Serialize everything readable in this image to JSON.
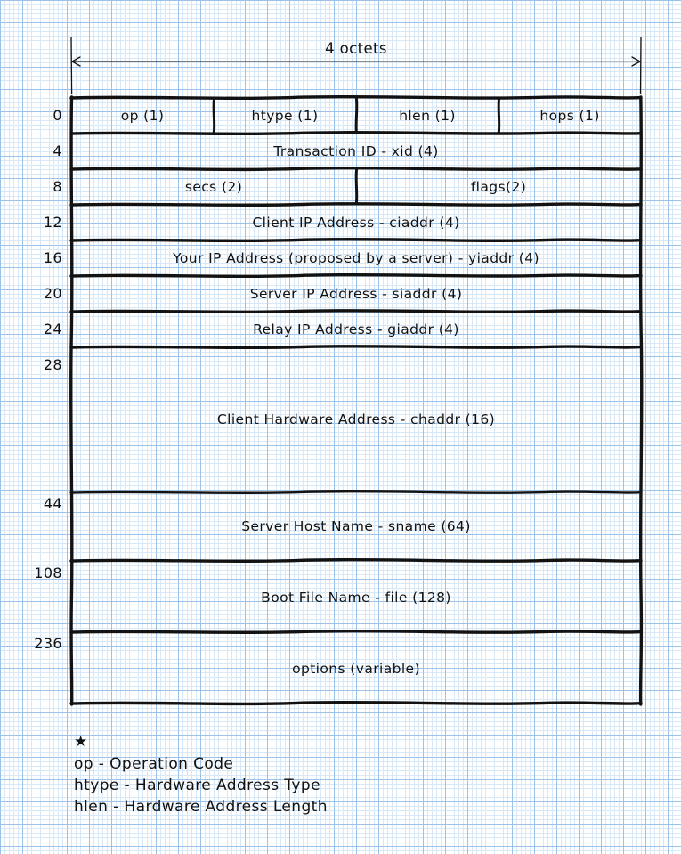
{
  "diagram": {
    "title_note": "DHCP message format diagram",
    "dimension": {
      "label": "4 octets",
      "arrow": "double-headed-horizontal-arrow"
    },
    "offsets": [
      "0",
      "4",
      "8",
      "12",
      "16",
      "20",
      "24",
      "28",
      "44",
      "108",
      "236"
    ],
    "rows": [
      {
        "offset": "0",
        "cells": [
          {
            "label": "op (1)"
          },
          {
            "label": "htype (1)"
          },
          {
            "label": "hlen (1)"
          },
          {
            "label": "hops (1)"
          }
        ]
      },
      {
        "offset": "4",
        "cells": [
          {
            "label": "Transaction ID - xid (4)"
          }
        ]
      },
      {
        "offset": "8",
        "cells": [
          {
            "label": "secs (2)"
          },
          {
            "label": "flags(2)"
          }
        ]
      },
      {
        "offset": "12",
        "cells": [
          {
            "label": "Client IP Address - ciaddr (4)"
          }
        ]
      },
      {
        "offset": "16",
        "cells": [
          {
            "label": "Your IP Address (proposed by a server) - yiaddr (4)"
          }
        ]
      },
      {
        "offset": "20",
        "cells": [
          {
            "label": "Server IP Address - siaddr (4)"
          }
        ]
      },
      {
        "offset": "24",
        "cells": [
          {
            "label": "Relay IP Address - giaddr (4)"
          }
        ]
      },
      {
        "offset": "28",
        "cells": [
          {
            "label": "Client Hardware Address - chaddr (16)"
          }
        ]
      },
      {
        "offset": "44",
        "cells": [
          {
            "label": "Server Host Name - sname (64)"
          }
        ]
      },
      {
        "offset": "108",
        "cells": [
          {
            "label": "Boot File Name - file (128)"
          }
        ]
      },
      {
        "offset": "236",
        "cells": [
          {
            "label": "options (variable)"
          }
        ]
      }
    ],
    "legend": {
      "marker": "★",
      "lines": [
        "op - Operation Code",
        "htype - Hardware Address Type",
        "hlen - Hardware Address Length"
      ]
    },
    "colors": {
      "ink": "#121212",
      "grid_minor": "#d8e8f7",
      "grid_major": "#9cc3ea",
      "paper": "#ffffff"
    }
  }
}
